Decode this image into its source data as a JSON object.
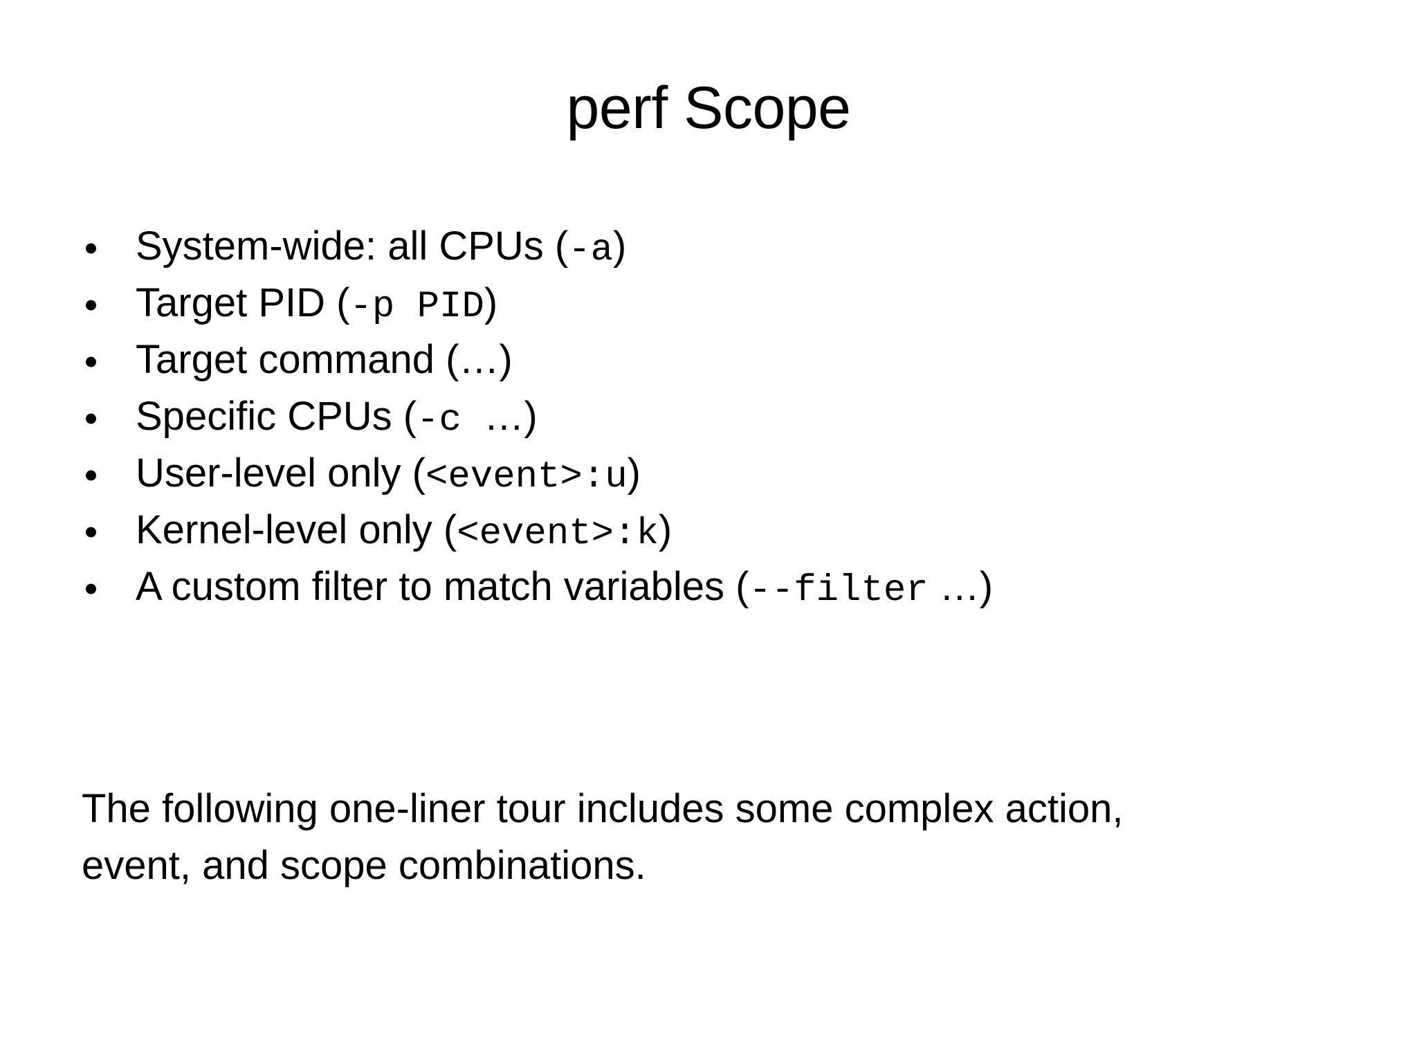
{
  "slide": {
    "title": "perf Scope",
    "background_color": "#ffffff",
    "text_color": "#000000",
    "bullets": [
      {
        "prefix": "System-wide: all CPUs (",
        "code": "-a",
        "suffix": ")"
      },
      {
        "prefix": "Target PID (",
        "code": "-p PID",
        "suffix": ")"
      },
      {
        "prefix": "Target command (…",
        "code": "",
        "suffix": ")"
      },
      {
        "prefix": "Specific CPUs (",
        "code": "-c ",
        "suffix": " …)"
      },
      {
        "prefix": "User-level only (",
        "code": "<event>:u",
        "suffix": ")"
      },
      {
        "prefix": "Kernel-level only (",
        "code": "<event>:k",
        "suffix": ")"
      },
      {
        "prefix": "A custom filter to match variables (",
        "code": "--filter",
        "suffix": " …)"
      }
    ],
    "note": {
      "line1": "The following one-liner tour includes some complex action,",
      "line2": "event, and scope combinations."
    }
  }
}
